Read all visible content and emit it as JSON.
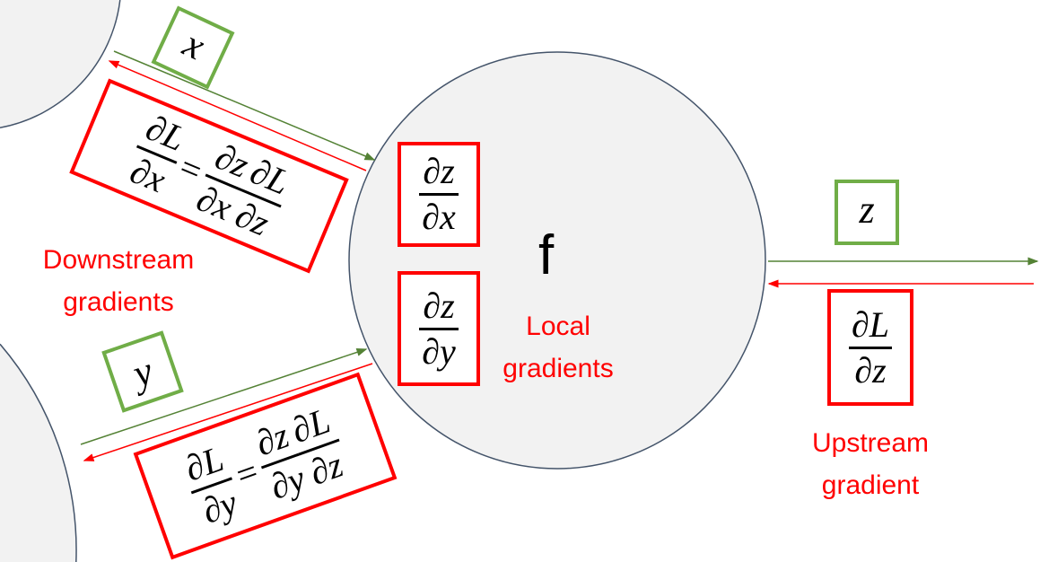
{
  "node": {
    "label": "f"
  },
  "input_x": {
    "label": "x"
  },
  "input_y": {
    "label": "y"
  },
  "output_z": {
    "label": "z"
  },
  "local_grad_x": {
    "num": "∂z",
    "den": "∂x"
  },
  "local_grad_y": {
    "num": "∂z",
    "den": "∂y"
  },
  "upstream_grad": {
    "num": "∂L",
    "den": "∂z"
  },
  "downstream_x": {
    "lhs_num": "∂L",
    "lhs_den": "∂x",
    "eq": "=",
    "f1_num": "∂z",
    "f1_den": "∂x",
    "f2_num": "∂L",
    "f2_den": "∂z"
  },
  "downstream_y": {
    "lhs_num": "∂L",
    "lhs_den": "∂y",
    "eq": "=",
    "f1_num": "∂z",
    "f1_den": "∂y",
    "f2_num": "∂L",
    "f2_den": "∂z"
  },
  "labels": {
    "downstream": [
      "Downstream",
      "gradients"
    ],
    "local": [
      "Local",
      "gradients"
    ],
    "upstream": [
      "Upstream",
      "gradient"
    ]
  },
  "colors": {
    "forward": "#548235",
    "backward": "#ff0000",
    "node_fill": "#f2f2f2",
    "node_stroke": "#44546a",
    "input_box": "#70ad47",
    "grad_box": "#ff0000"
  }
}
